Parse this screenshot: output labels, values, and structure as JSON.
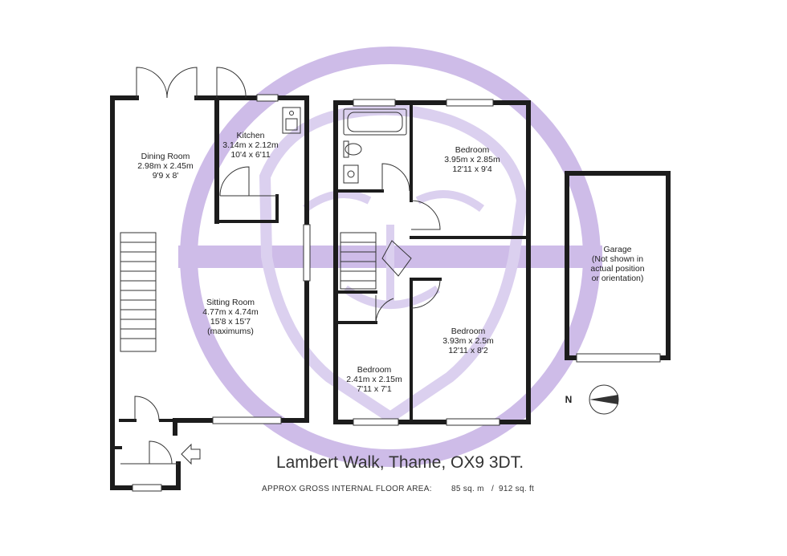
{
  "address": "Lambert Walk, Thame, OX9 3DT.",
  "floor_area": {
    "label": "APPROX GROSS INTERNAL FLOOR AREA:",
    "metric": "85 sq. m",
    "separator": "/",
    "imperial": "912 sq. ft"
  },
  "compass_letter": "N",
  "watermark_color": "#c9b5e6",
  "rooms": {
    "dining": {
      "name": "Dining Room",
      "metric": "2.98m x 2.45m",
      "imperial": "9'9 x 8'"
    },
    "kitchen": {
      "name": "Kitchen",
      "metric": "3.14m x 2.12m",
      "imperial": "10'4 x 6'11"
    },
    "sitting": {
      "name": "Sitting Room",
      "metric": "4.77m x 4.74m",
      "imperial": "15'8 x 15'7",
      "note": "(maximums)"
    },
    "bedroom1": {
      "name": "Bedroom",
      "metric": "3.95m x 2.85m",
      "imperial": "12'11 x 9'4"
    },
    "bedroom2": {
      "name": "Bedroom",
      "metric": "3.93m x 2.5m",
      "imperial": "12'11 x 8'2"
    },
    "bedroom3": {
      "name": "Bedroom",
      "metric": "2.41m x 2.15m",
      "imperial": "7'11 x 7'1"
    },
    "garage": {
      "name": "Garage",
      "note1": "(Not shown in",
      "note2": "actual position",
      "note3": "or orientation)"
    }
  }
}
